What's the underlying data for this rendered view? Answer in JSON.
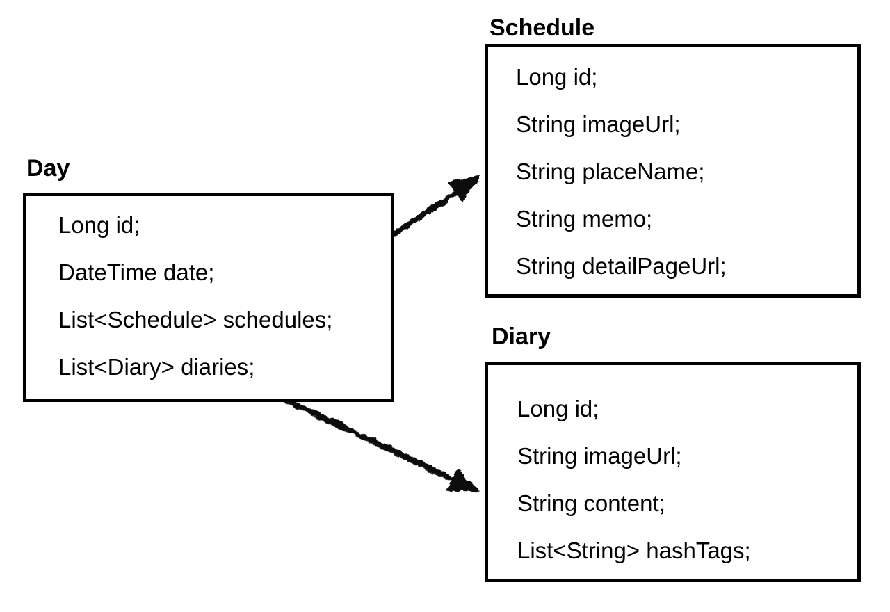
{
  "canvas": {
    "background": "#ffffff",
    "ink": "#000000"
  },
  "diagram": {
    "classes": [
      {
        "name": "Day",
        "fields": [
          "Long id;",
          "DateTime date;",
          "List<Schedule> schedules;",
          "List<Diary> diaries;"
        ]
      },
      {
        "name": "Schedule",
        "fields": [
          "Long id;",
          "String imageUrl;",
          "String placeName;",
          "String memo;",
          "String detailPageUrl;"
        ]
      },
      {
        "name": "Diary",
        "fields": [
          "Long id;",
          "String imageUrl;",
          "String content;",
          "List<String> hashTags;"
        ]
      }
    ],
    "arrows": [
      {
        "from": "Day",
        "to": "Schedule"
      },
      {
        "from": "Day",
        "to": "Diary"
      }
    ]
  }
}
